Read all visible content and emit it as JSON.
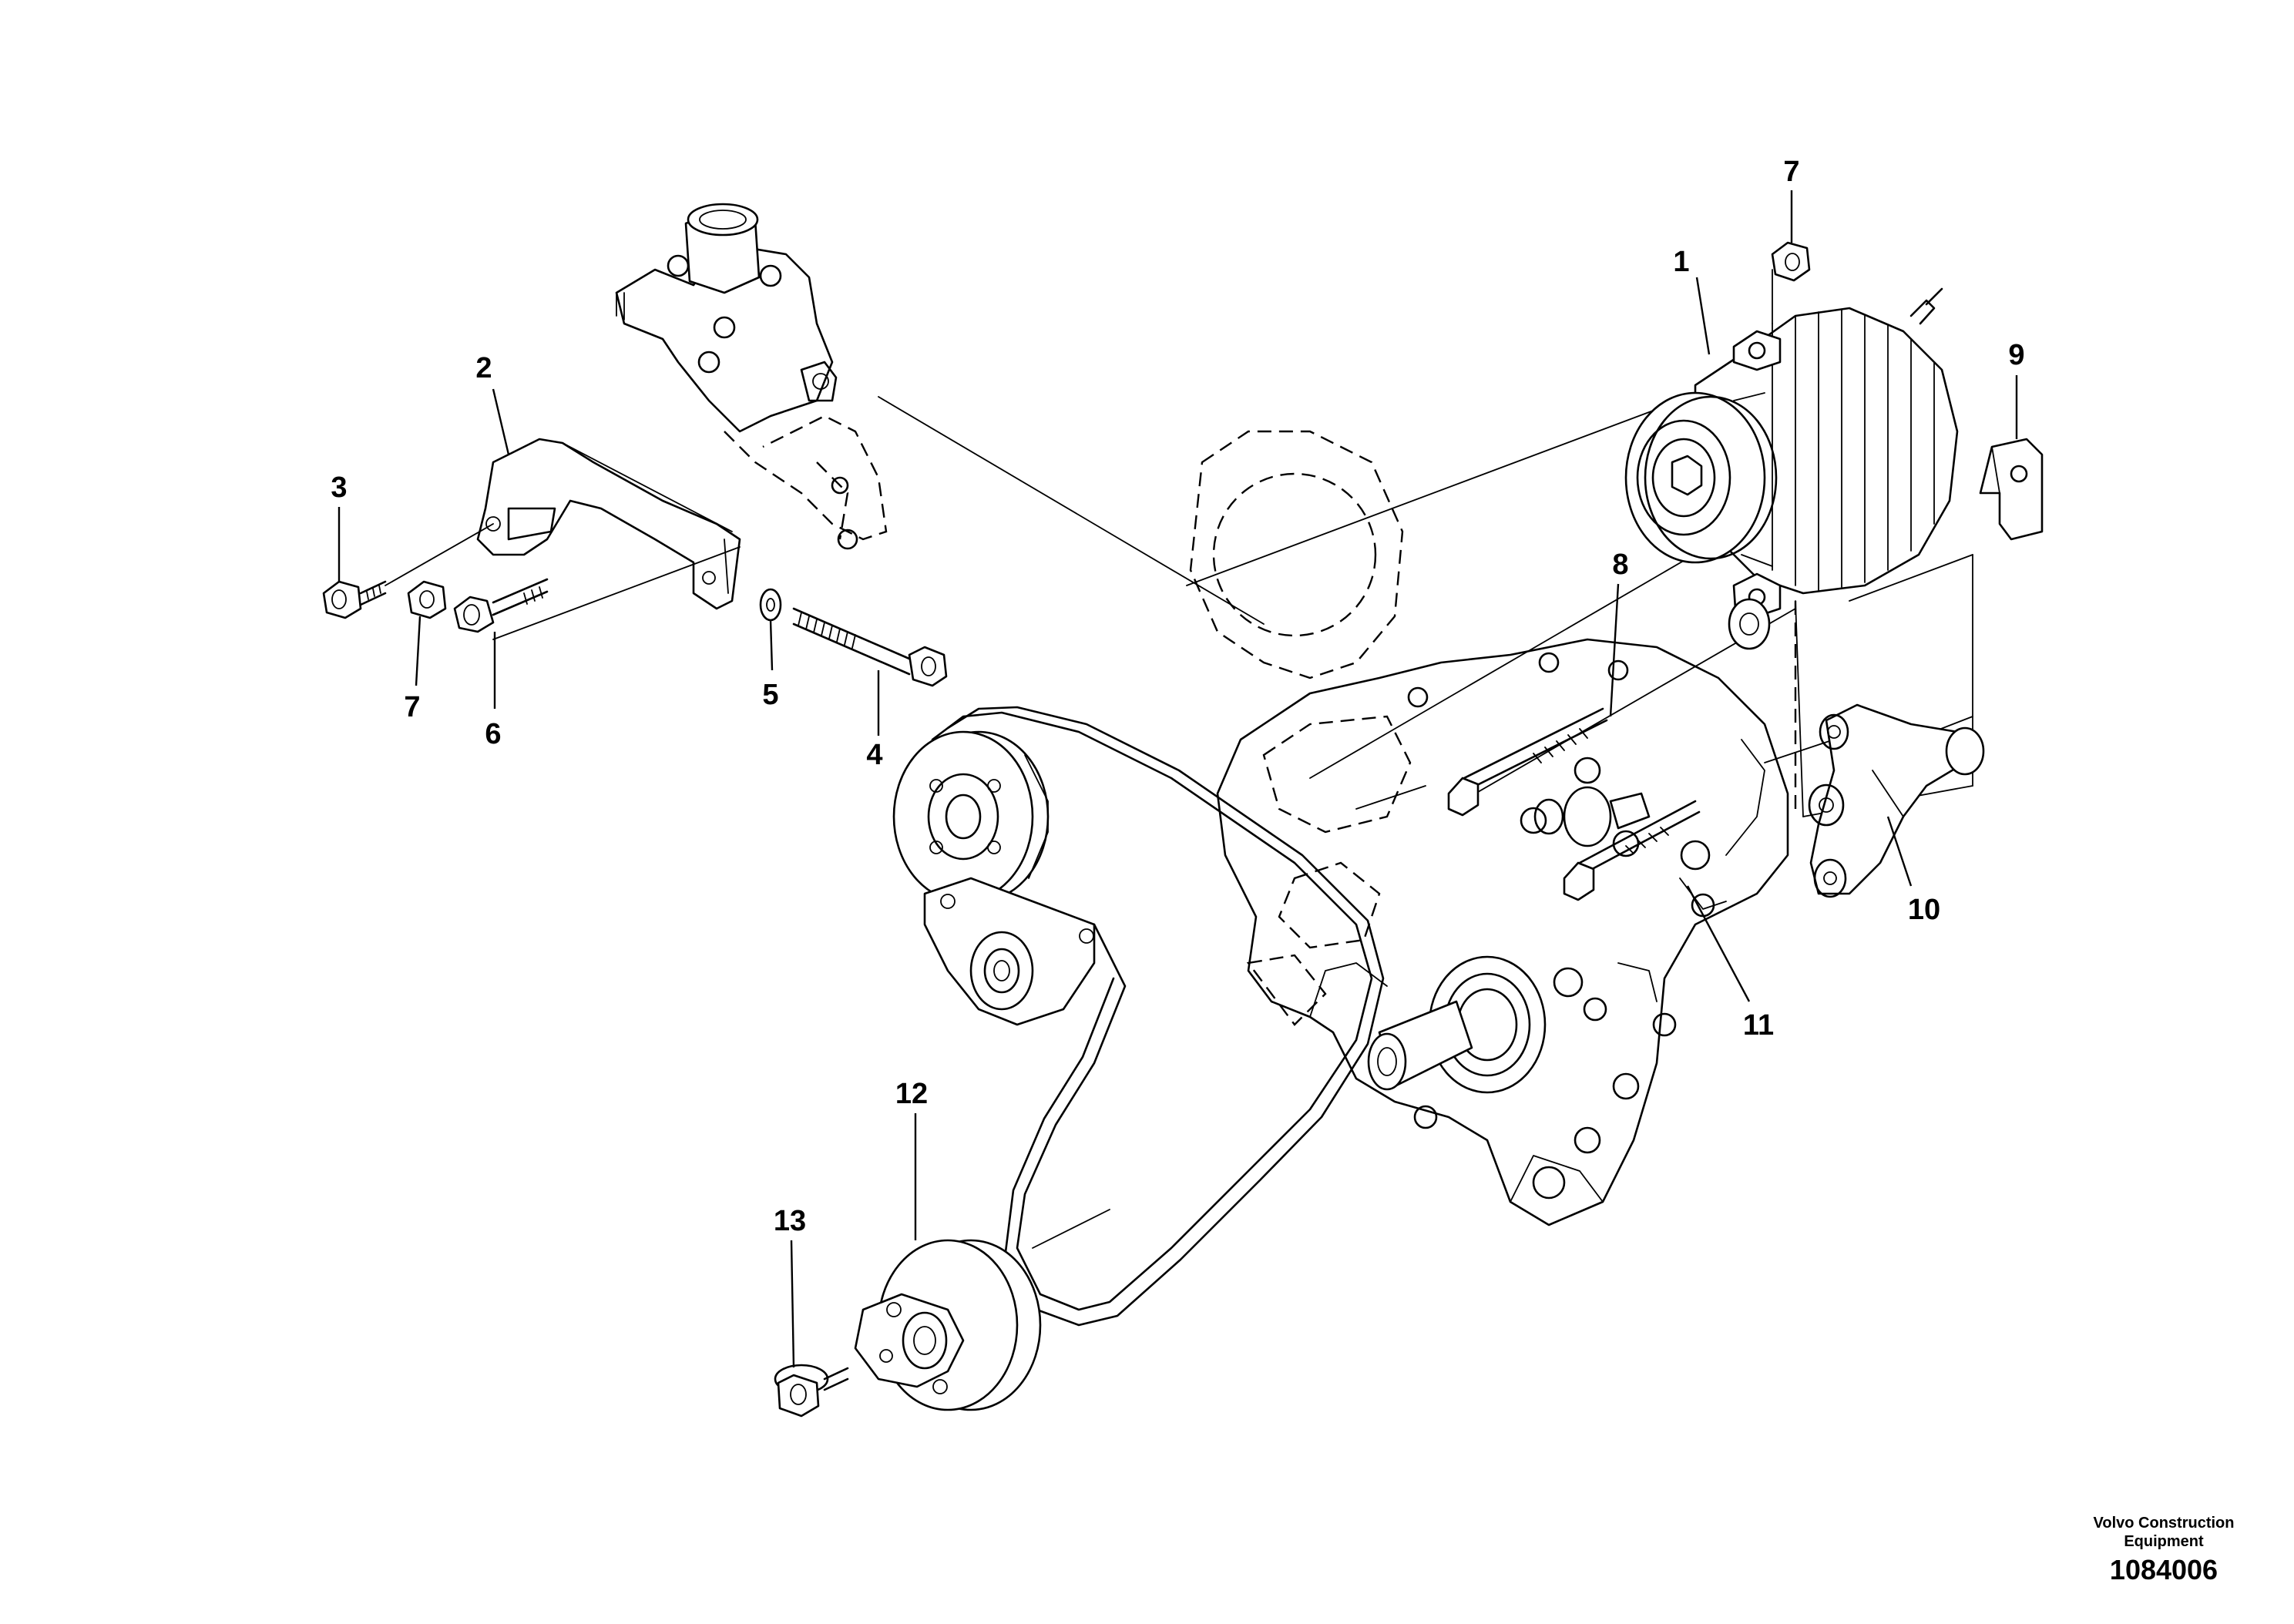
{
  "callouts": {
    "c1": "1",
    "c2": "2",
    "c3": "3",
    "c4": "4",
    "c5": "5",
    "c6": "6",
    "c7a": "7",
    "c7b": "7",
    "c8": "8",
    "c9": "9",
    "c10": "10",
    "c11": "11",
    "c12": "12",
    "c13": "13"
  },
  "footer": {
    "manufacturer_line1": "Volvo Construction",
    "manufacturer_line2": "Equipment",
    "drawing_number": "1084006"
  }
}
